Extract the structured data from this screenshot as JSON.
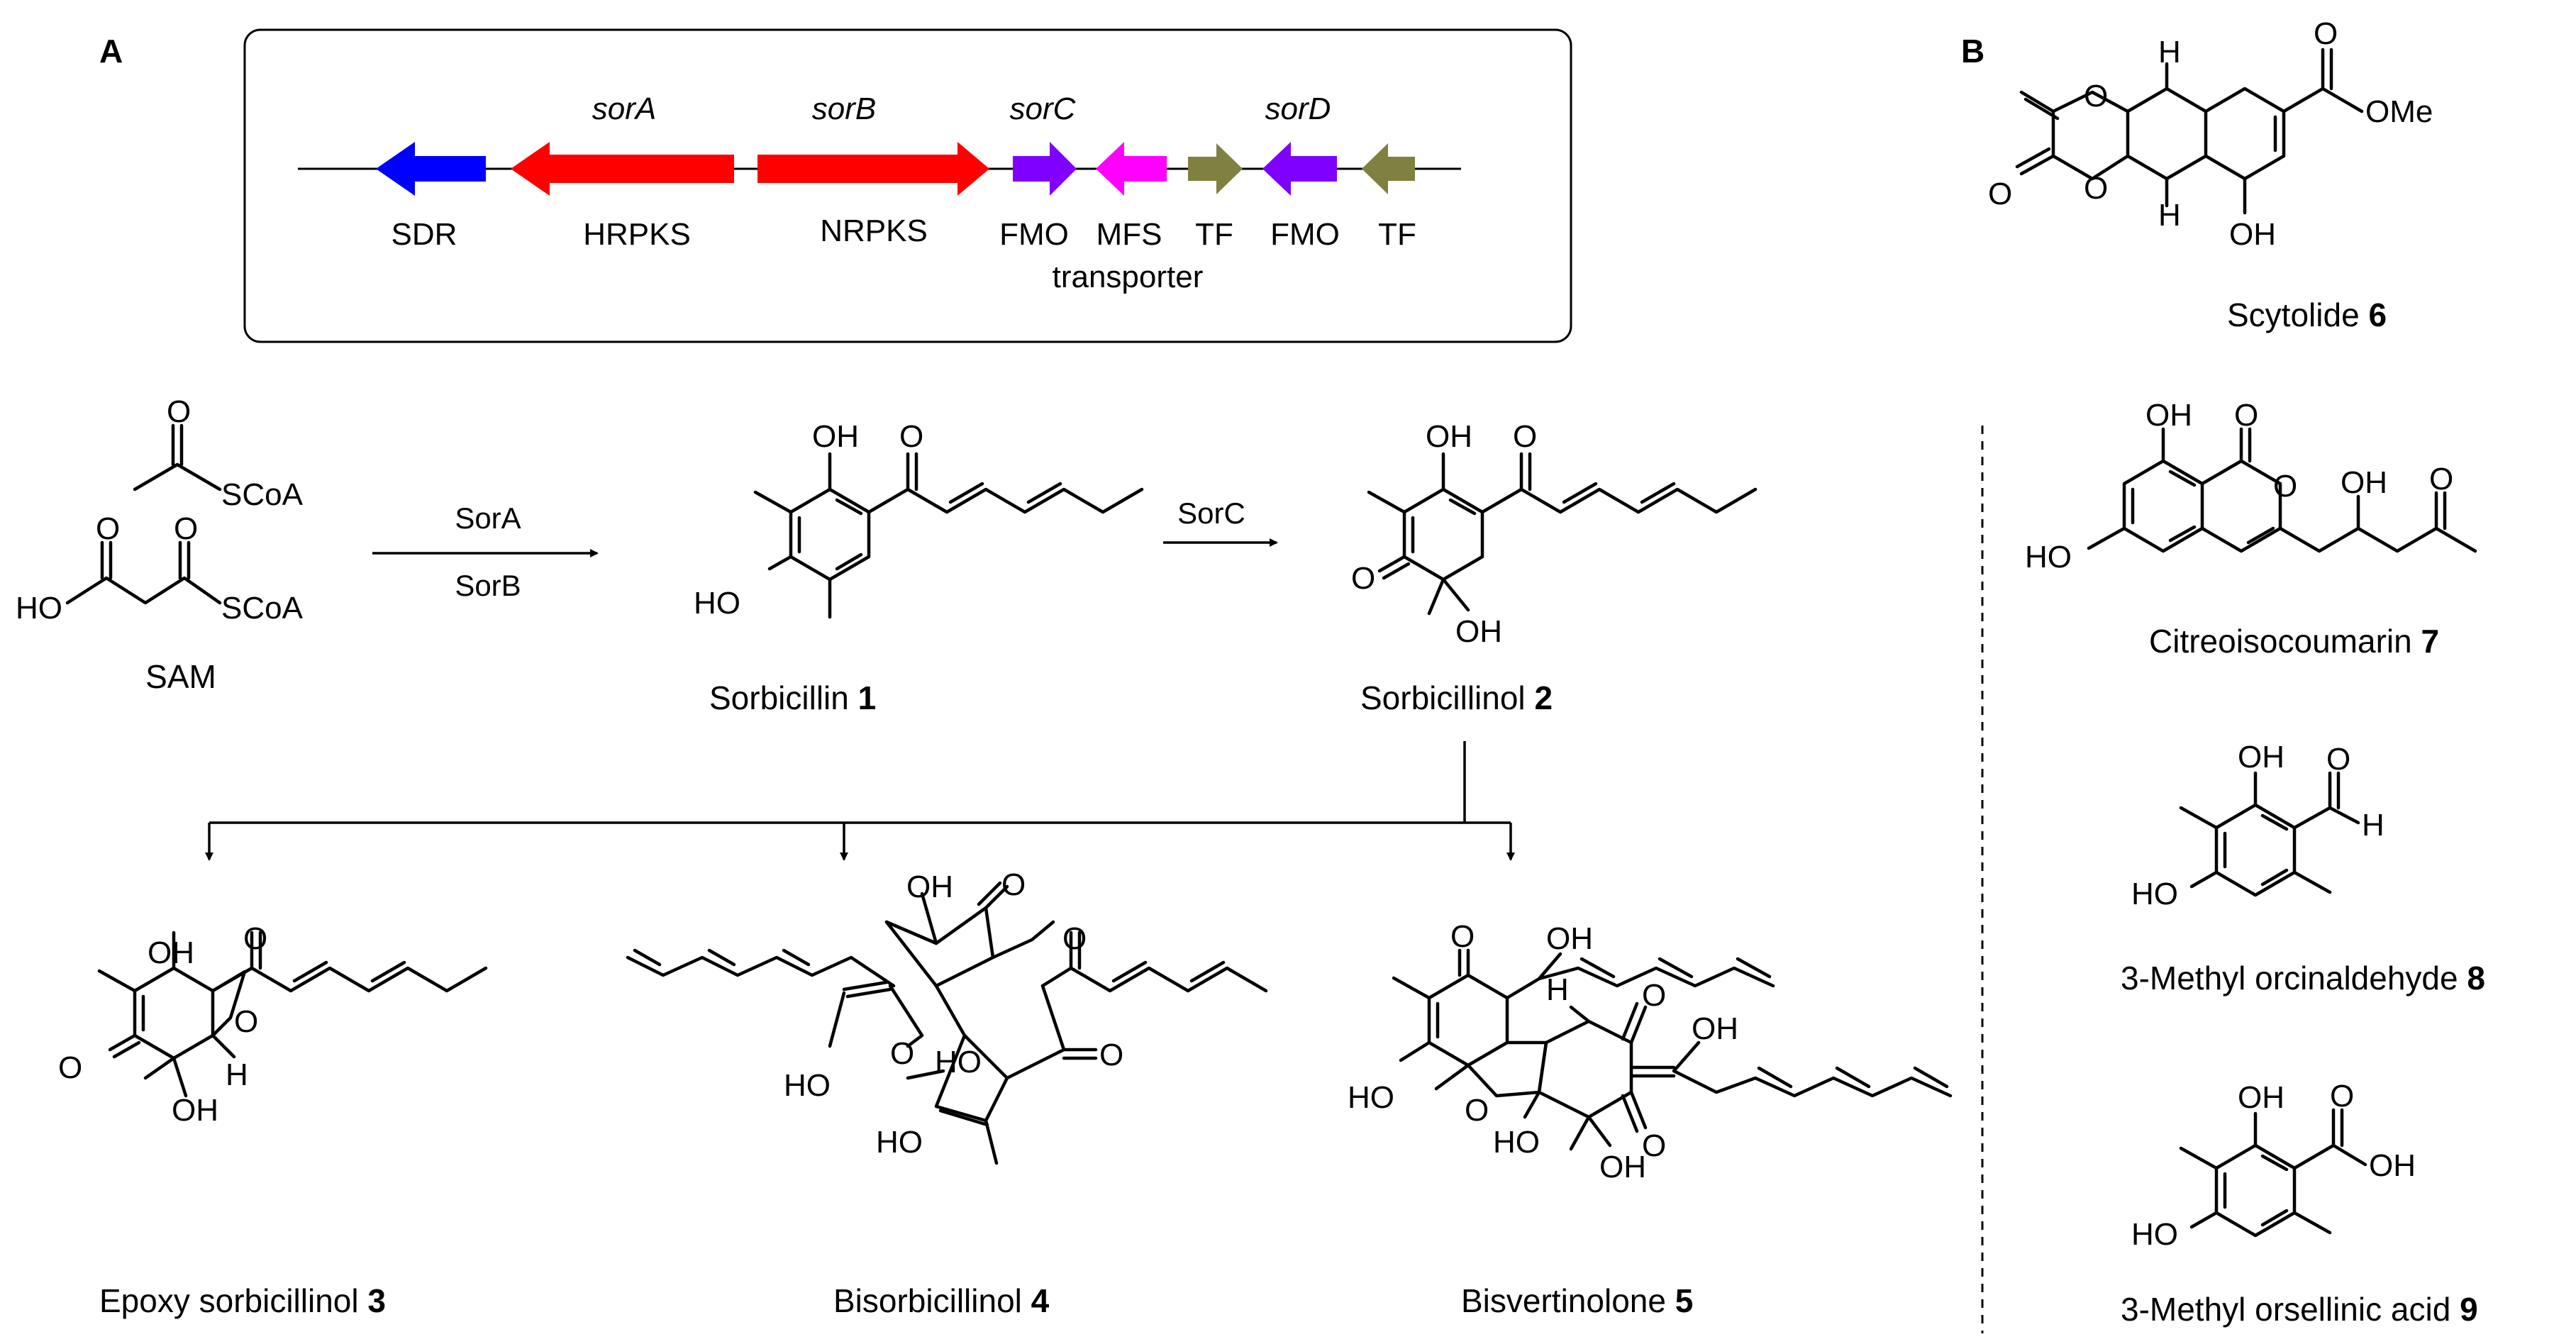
{
  "panels": {
    "a": "A",
    "b": "B"
  },
  "cluster": {
    "genes": [
      {
        "italic": "",
        "label": "SDR",
        "color": "#0000ff"
      },
      {
        "italic": "sorA",
        "label": "HRPKS",
        "color": "#ff0000"
      },
      {
        "italic": "sorB",
        "label": "NRPKS",
        "color": "#ff0000"
      },
      {
        "italic": "sorC",
        "label": "FMO",
        "color": "#8000ff"
      },
      {
        "italic": "",
        "label": "MFS",
        "sub": "transporter",
        "color": "#ff00ff"
      },
      {
        "italic": "",
        "label": "TF",
        "color": "#808040"
      },
      {
        "italic": "sorD",
        "label": "FMO",
        "color": "#8000ff"
      },
      {
        "italic": "",
        "label": "TF",
        "color": "#808040"
      }
    ]
  },
  "reactions": {
    "step1_top": "SorA",
    "step1_bottom": "SorB",
    "step2": "SorC"
  },
  "atoms": {
    "O": "O",
    "OH": "OH",
    "HO": "HO",
    "H": "H",
    "SCoA": "SCoA",
    "OMe": "OMe"
  },
  "captions": {
    "sam": "SAM",
    "c1": {
      "name": "Sorbicillin ",
      "num": "1"
    },
    "c2": {
      "name": "Sorbicillinol ",
      "num": "2"
    },
    "c3": {
      "name": "Epoxy sorbicillinol ",
      "num": "3"
    },
    "c4": {
      "name": "Bisorbicillinol ",
      "num": "4"
    },
    "c5": {
      "name": "Bisvertinolone ",
      "num": "5"
    },
    "c6": {
      "name": "Scytolide ",
      "num": "6"
    },
    "c7": {
      "name": "Citreoisocoumarin ",
      "num": "7"
    },
    "c8": {
      "name": "3-Methyl orcinaldehyde ",
      "num": "8"
    },
    "c9": {
      "name": "3-Methyl orsellinic acid ",
      "num": "9"
    }
  }
}
